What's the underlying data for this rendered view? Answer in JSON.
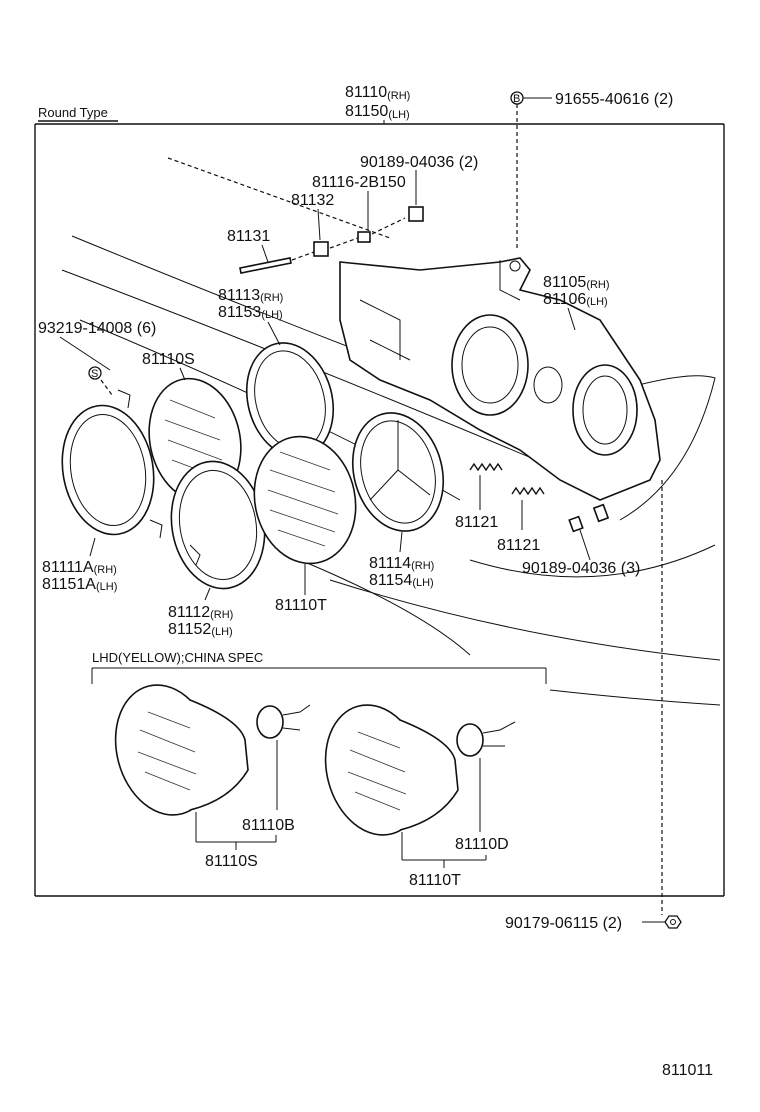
{
  "section_title": "Round Type",
  "labels": {
    "top_assy_rh": "81110",
    "top_assy_rh_side": "(RH)",
    "top_assy_lh": "81150",
    "top_assy_lh_side": "(LH)",
    "screw_b_marker": "B",
    "screw_b": "91655-40616 (2)",
    "nut_04036_top": "90189-04036 (2)",
    "p_81116": "81116-2B150",
    "p_81132": "81132",
    "p_81131": "81131",
    "p_81113": "81113",
    "p_81113_side": "(RH)",
    "p_81153": "81153",
    "p_81153_side": "(LH)",
    "p_93219": "93219-14008 (6)",
    "screw_s_marker": "S",
    "p_81110s_top": "81110S",
    "p_81105": "81105",
    "p_81105_side": "(RH)",
    "p_81106": "81106",
    "p_81106_side": "(LH)",
    "p_81121_a": "81121",
    "p_81121_b": "81121",
    "nut_04036_right": "90189-04036 (3)",
    "p_81111a": "81111A",
    "p_81111a_side": "(RH)",
    "p_81151a": "81151A",
    "p_81151a_side": "(LH)",
    "p_81114": "81114",
    "p_81114_side": "(RH)",
    "p_81154": "81154",
    "p_81154_side": "(LH)",
    "p_81112": "81112",
    "p_81112_side": "(RH)",
    "p_81152": "81152",
    "p_81152_side": "(LH)",
    "p_81110t_top": "81110T",
    "lhd_spec": "LHD(YELLOW);CHINA SPEC",
    "p_81110b": "81110B",
    "p_81110s_bottom": "81110S",
    "p_81110d": "81110D",
    "p_81110t_bottom": "81110T",
    "p_90179": "90179-06115 (2)",
    "diagram_code": "811011"
  },
  "icons": {
    "screw_b": "circle-letter-b-icon",
    "screw_s": "circle-letter-s-icon",
    "nut_bottom": "hex-nut-icon"
  }
}
